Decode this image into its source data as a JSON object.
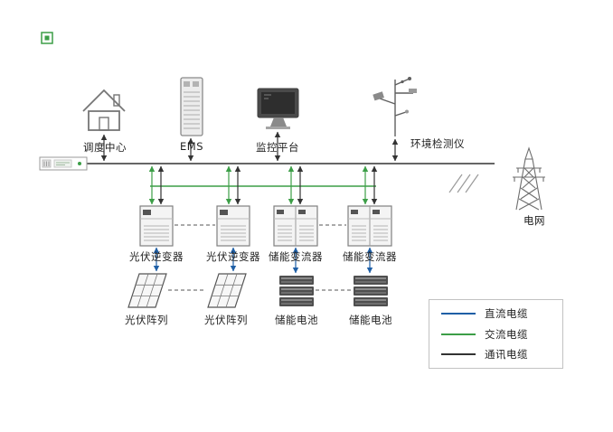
{
  "colors": {
    "dc_cable": "#1f5fa6",
    "ac_cable": "#3c9e47",
    "comm_cable": "#333333"
  },
  "top_nodes": [
    {
      "label": "调度中心"
    },
    {
      "label": "EMS"
    },
    {
      "label": "监控平台"
    },
    {
      "label": "环境检测仪"
    }
  ],
  "grid": {
    "label": "电网"
  },
  "converters": [
    {
      "label": "光伏逆变器"
    },
    {
      "label": "光伏逆变器"
    },
    {
      "label": "储能变流器"
    },
    {
      "label": "储能变流器"
    }
  ],
  "sources": [
    {
      "label": "光伏阵列"
    },
    {
      "label": "光伏阵列"
    },
    {
      "label": "储能电池"
    },
    {
      "label": "储能电池"
    }
  ],
  "legend": {
    "items": [
      {
        "label": "直流电缆",
        "color": "#1f5fa6"
      },
      {
        "label": "交流电缆",
        "color": "#3c9e47"
      },
      {
        "label": "通讯电缆",
        "color": "#333333"
      }
    ]
  }
}
